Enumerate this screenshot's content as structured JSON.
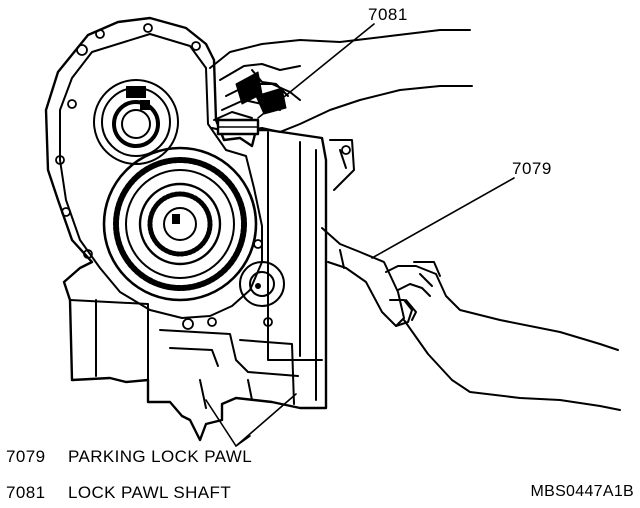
{
  "callouts": {
    "shaft_ref": "7081",
    "pawl_ref": "7079"
  },
  "legend": [
    {
      "number": "7079",
      "label": "PARKING LOCK PAWL"
    },
    {
      "number": "7081",
      "label": "LOCK PAWL SHAFT"
    }
  ],
  "figure_id": "MBS0447A1B",
  "colors": {
    "ink": "#000000",
    "paper": "#ffffff"
  }
}
